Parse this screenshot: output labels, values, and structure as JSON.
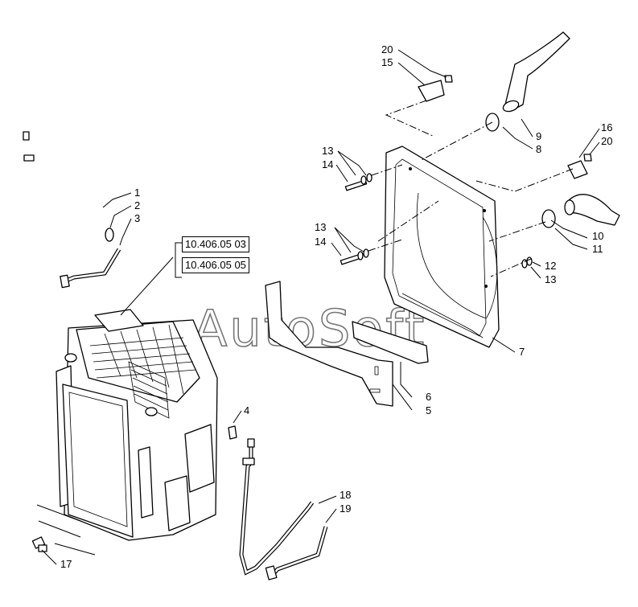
{
  "diagram": {
    "watermark": "AutoSoft",
    "references": [
      "10.406.05 03",
      "10.406.05 05"
    ],
    "callouts": [
      {
        "id": "c1",
        "text": "1"
      },
      {
        "id": "c2",
        "text": "2"
      },
      {
        "id": "c3",
        "text": "3"
      },
      {
        "id": "c4",
        "text": "4"
      },
      {
        "id": "c5",
        "text": "5"
      },
      {
        "id": "c6",
        "text": "6"
      },
      {
        "id": "c7",
        "text": "7"
      },
      {
        "id": "c8",
        "text": "8"
      },
      {
        "id": "c9",
        "text": "9"
      },
      {
        "id": "c10",
        "text": "10"
      },
      {
        "id": "c11",
        "text": "11"
      },
      {
        "id": "c12",
        "text": "12"
      },
      {
        "id": "c13a",
        "text": "13"
      },
      {
        "id": "c13b",
        "text": "13"
      },
      {
        "id": "c13c",
        "text": "13"
      },
      {
        "id": "c14a",
        "text": "14"
      },
      {
        "id": "c14b",
        "text": "14"
      },
      {
        "id": "c15",
        "text": "15"
      },
      {
        "id": "c16",
        "text": "16"
      },
      {
        "id": "c17",
        "text": "17"
      },
      {
        "id": "c18",
        "text": "18"
      },
      {
        "id": "c19",
        "text": "19"
      },
      {
        "id": "c20a",
        "text": "20"
      },
      {
        "id": "c20b",
        "text": "20"
      }
    ]
  }
}
